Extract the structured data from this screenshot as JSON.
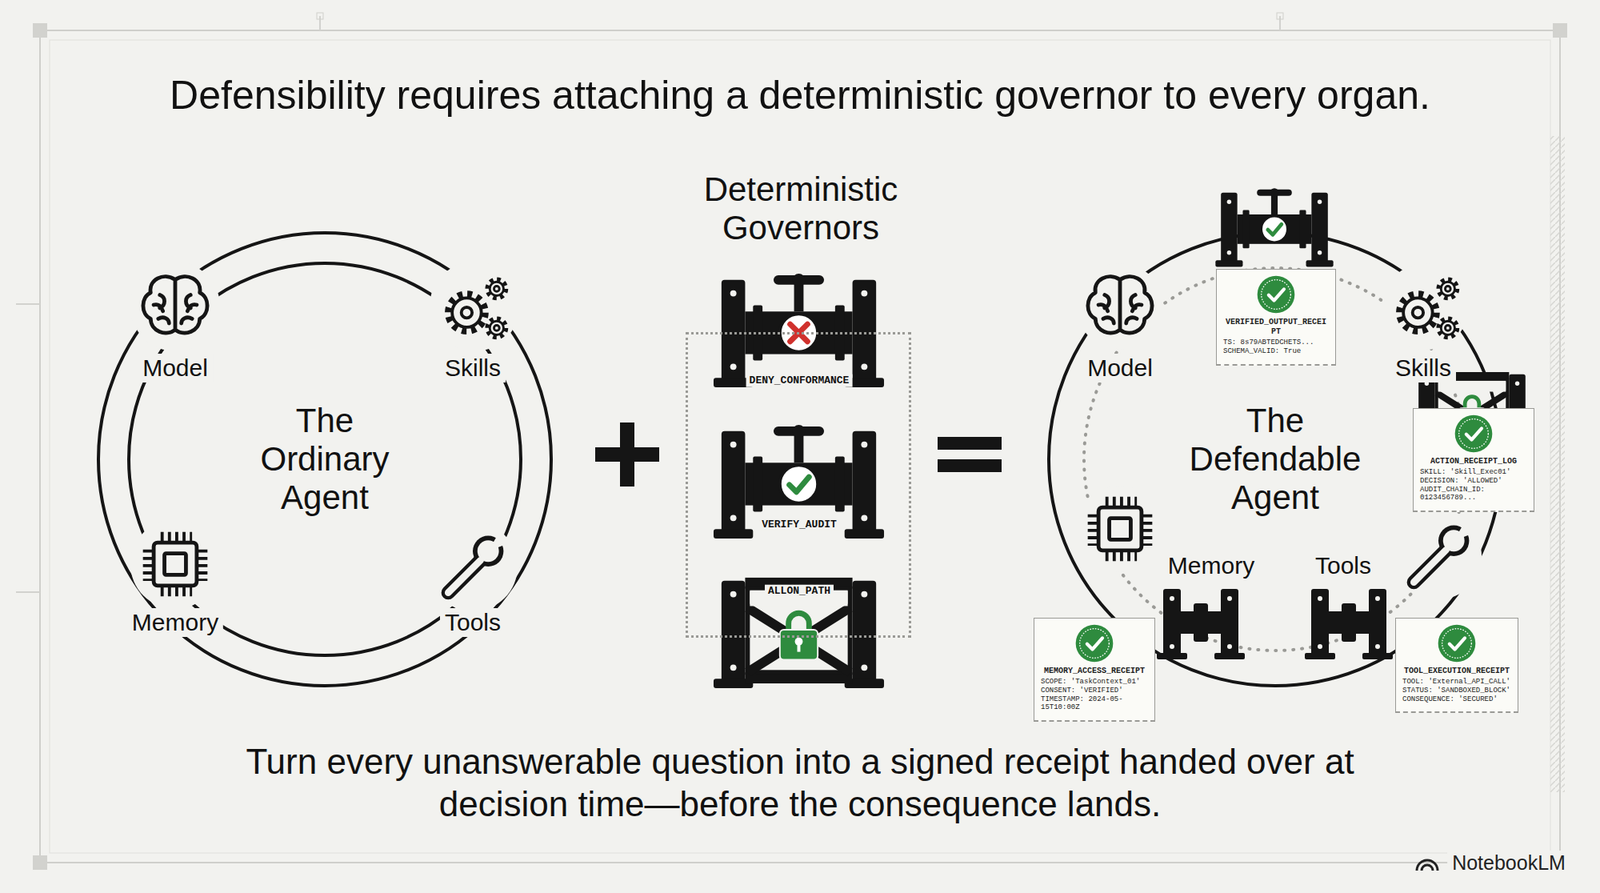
{
  "diagram": {
    "title": "Defensibility requires attaching a deterministic governor to every organ.",
    "caption": "Turn every unanswerable question into a signed receipt handed over at decision time—before the consequence lands.",
    "nodes": [
      {
        "text": [
          "The Ordinary Agent"
        ]
      },
      {
        "text": [
          "Deterministic Governors"
        ]
      },
      {
        "text": [
          "The Defendable Agent"
        ]
      },
      {
        "text": [
          "VERIFIED_OUTPUT_RECEIPT",
          "TS: 8s79ABTEDCHETS...",
          "SCHEMA_VALID: True"
        ]
      },
      {
        "text": [
          "ACTION_RECEIPT_LOG",
          "SKILL: 'Skill_Exec01'",
          "DECISION: 'ALLOWED'",
          "AUDIT_CHAIN_ID: 0123456789..."
        ]
      },
      {
        "text": [
          "MEMORY_ACCESS_RECEIPT",
          "SCOPE: 'TaskContext_01'",
          "CONSENT: 'VERIFIED'",
          "TIMESTAMP: 2024-05-15T10:00Z"
        ]
      },
      {
        "text": [
          "TOOL_EXECUTION_RECEIPT",
          "TOOL: 'External_API_CALL'",
          "STATUS: 'SANDBOXED_BLOCK'",
          "CONSEQUENCE: 'SECURED'"
        ]
      }
    ],
    "labels": [
      "Model",
      "Skills",
      "Memory",
      "Tools",
      "DENY_CONFORMANCE",
      "VERIFY_AUDIT",
      "ALLON_PATH",
      "Model",
      "Skills",
      "Memory",
      "Tools",
      "NotebookLM"
    ]
  }
}
